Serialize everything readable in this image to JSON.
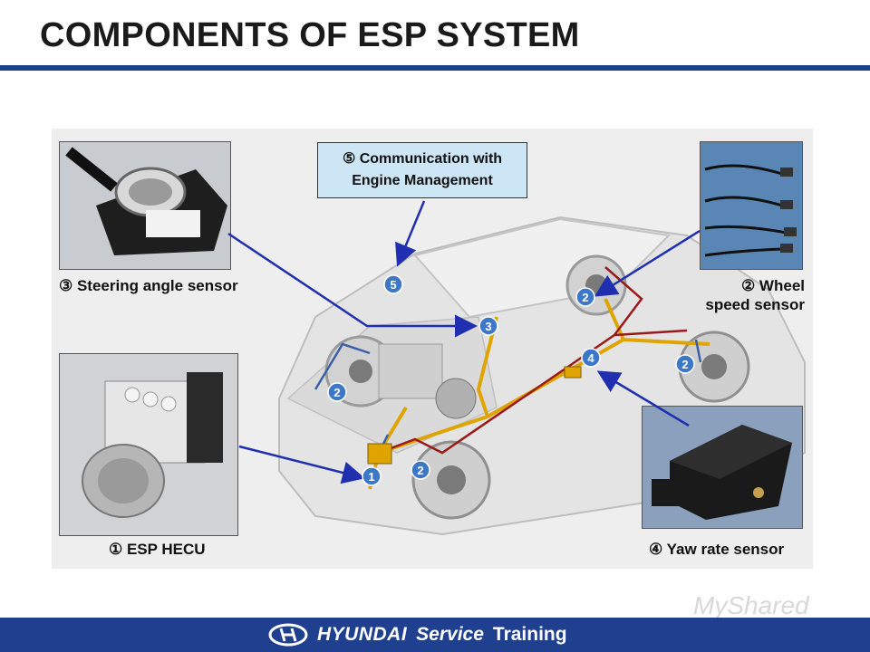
{
  "slide": {
    "title": "COMPONENTS OF ESP SYSTEM"
  },
  "callout": {
    "line1": "⑤ Communication with",
    "line2": "Engine Management"
  },
  "labels": {
    "steering": "③ Steering angle sensor",
    "wheel_line1": "② Wheel",
    "wheel_line2": "speed sensor",
    "hecu": "① ESP HECU",
    "yaw": "④ Yaw rate sensor"
  },
  "markers": [
    {
      "num": "1"
    },
    {
      "num": "2"
    },
    {
      "num": "2"
    },
    {
      "num": "2"
    },
    {
      "num": "2"
    },
    {
      "num": "3"
    },
    {
      "num": "4"
    },
    {
      "num": "5"
    }
  ],
  "footer": {
    "brand": "HYUNDAI",
    "service": "Service",
    "training": "Training"
  },
  "watermark": "MyShared",
  "colors": {
    "title_rule": "#1f3f8f",
    "footer_bar": "#1f3f8f",
    "callout_fill": "#cde6f5",
    "marker_fill": "#3d78c8",
    "pointer": "#1f2fb0",
    "brake_line_yellow": "#e0a400",
    "brake_line_red": "#9a1a1a",
    "sensor_wire_blue": "#3a5fa8"
  }
}
